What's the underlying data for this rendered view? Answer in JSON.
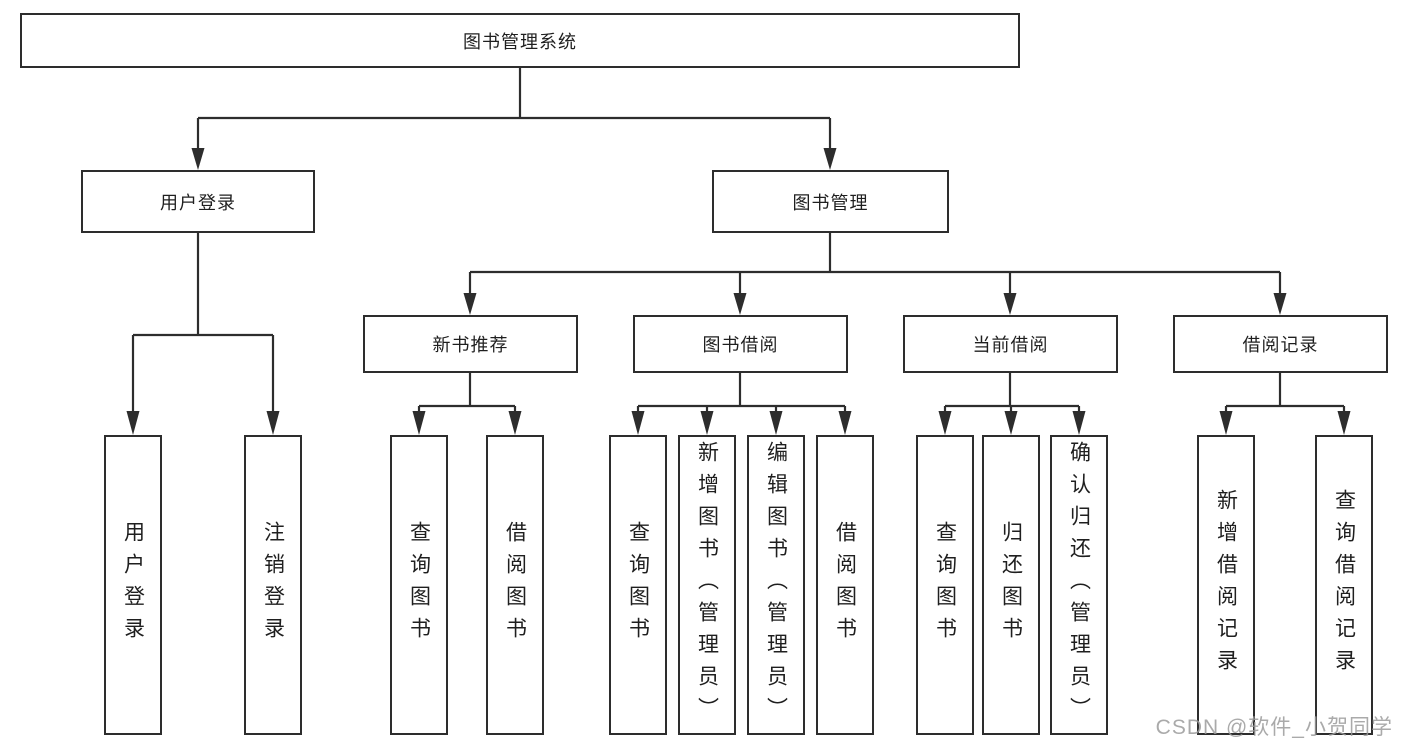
{
  "root": {
    "label": "图书管理系统"
  },
  "level2": {
    "user": "用户登录",
    "books": "图书管理"
  },
  "level3": {
    "recommend": "新书推荐",
    "borrow": "图书借阅",
    "current": "当前借阅",
    "records": "借阅记录"
  },
  "leaves": {
    "user": [
      "用户登录",
      "注销登录"
    ],
    "recommend": [
      "查询图书",
      "借阅图书"
    ],
    "borrow": [
      "查询图书",
      "新增图书（管理员）",
      "编辑图书（管理员）",
      "借阅图书"
    ],
    "current": [
      "查询图书",
      "归还图书",
      "确认归还（管理员）"
    ],
    "records": [
      "新增借阅记录",
      "查询借阅记录"
    ]
  },
  "watermark": "CSDN @软件_小贺同学",
  "colors": {
    "line": "#2d2d2d",
    "text": "#1f1f1f",
    "watermark": "#9b9b9b",
    "background": "#ffffff"
  }
}
